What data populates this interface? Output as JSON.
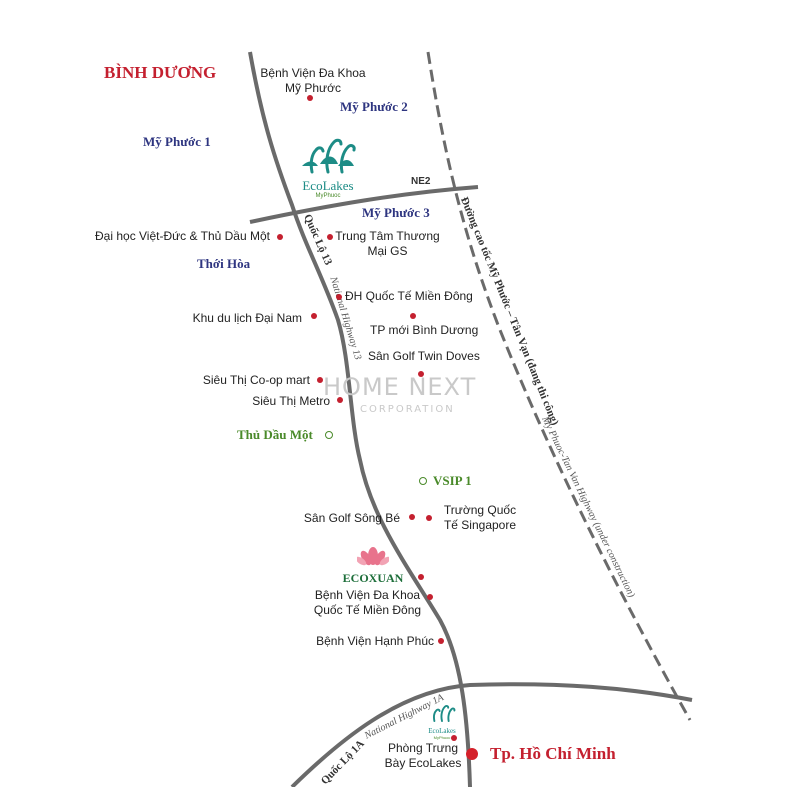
{
  "regions": {
    "binh_duong": "BÌNH DƯƠNG",
    "my_phuoc_1": "Mỹ Phước 1",
    "my_phuoc_2": "Mỹ Phước 2",
    "my_phuoc_3": "Mỹ Phước 3",
    "thoi_hoa": "Thới Hòa",
    "thu_dau_mot": "Thủ Dầu Một",
    "vsip_1": "VSIP 1",
    "hcmc": "Tp. Hồ Chí Minh"
  },
  "roads": {
    "ne2": "NE2",
    "ql13_vn": "Quốc Lộ 13",
    "ql13_en": "National Highway 13",
    "ql1a_vn": "Quốc Lộ 1A",
    "ql1a_en": "National Highway 1A",
    "expressway_vn": "Đường cao tốc Mỹ Phước – Tân Vạn (đang thi công)",
    "expressway_en": "My Phuoc-Tan Van Highway (under construction)"
  },
  "places": {
    "bv_my_phuoc_1": "Bệnh Viện Đa Khoa",
    "bv_my_phuoc_2": "Mỹ Phước",
    "dh_viet_duc": "Đại học Việt-Đức & Thủ Dầu Một",
    "tttm_gs_1": "Trung Tâm Thương",
    "tttm_gs_2": "Mại GS",
    "dh_quoc_te": "ĐH Quốc Tế Miền Đông",
    "khu_du_lich": "Khu du lịch Đại Nam",
    "tp_moi": "TP mới Bình Dương",
    "golf_twin": "Sân Golf Twin Doves",
    "coop": "Siêu Thị Co-op mart",
    "metro": "Siêu Thị Metro",
    "golf_song_be": "Sân Golf Sông Bé",
    "truong_sg_1": "Trường Quốc",
    "truong_sg_2": "Tế Singapore",
    "bv_mien_dong_1": "Bệnh Viện Đa Khoa",
    "bv_mien_dong_2": "Quốc Tế Miền Đông",
    "bv_hanh_phuc": "Bệnh Viện Hạnh Phúc",
    "showroom_1": "Phòng Trưng",
    "showroom_2": "Bày EcoLakes"
  },
  "logos": {
    "ecolakes_name": "EcoLakes",
    "ecolakes_sub": "MyPhuoc",
    "ecoxuan_name": "ECOXUAN",
    "ecolakes_small_name": "EcoLakes",
    "ecolakes_small_sub": "MyPhuoc"
  },
  "watermark": {
    "title": "HOME NEXT",
    "subtitle": "CORPORATION"
  },
  "colors": {
    "road": "#6a6a6a",
    "dot": "#c4202f",
    "region": "#2e3580",
    "city": "#c4202f",
    "green": "#4a8a2a",
    "logo_teal": "#1d8c86"
  }
}
